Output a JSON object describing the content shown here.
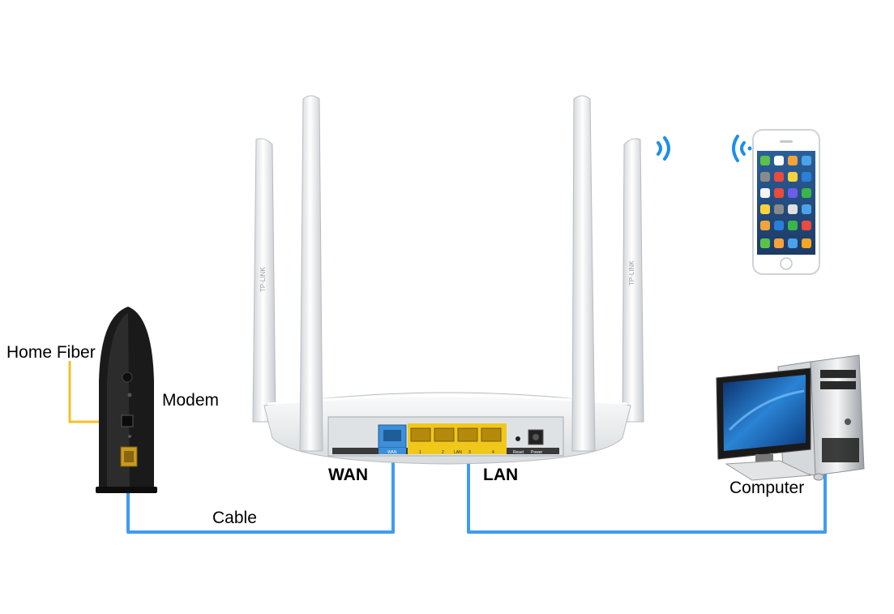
{
  "labels": {
    "home_fiber": "Home Fiber",
    "modem": "Modem",
    "wan": "WAN",
    "lan": "LAN",
    "cable": "Cable",
    "computer": "Computer"
  },
  "router": {
    "brand": "TP-LINK",
    "port_labels": [
      "WAN",
      "1",
      "2",
      "LAN",
      "3",
      "4"
    ],
    "reset_label": "Reset",
    "power_label": "Power"
  },
  "colors": {
    "cable": "#3f9cf0",
    "fiber": "#f2c12e",
    "wifi": "#1e8fe8",
    "lan_ports": "#f0c81a",
    "wan_port": "#3c8fd8",
    "modem_body": "#1a1a1a",
    "router_body": "#e9ecef"
  }
}
